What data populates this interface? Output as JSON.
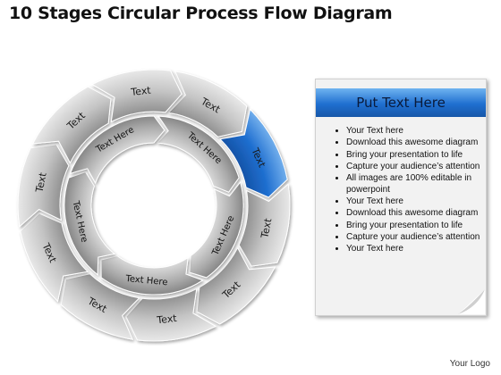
{
  "title": "10 Stages Circular Process Flow Diagram",
  "outer_ring": [
    {
      "label": "Text",
      "highlight": false
    },
    {
      "label": "Text",
      "highlight": true
    },
    {
      "label": "Text",
      "highlight": false
    },
    {
      "label": "Text",
      "highlight": false
    },
    {
      "label": "Text",
      "highlight": false
    },
    {
      "label": "Text",
      "highlight": false
    },
    {
      "label": "Text",
      "highlight": false
    },
    {
      "label": "Text",
      "highlight": false
    },
    {
      "label": "Text",
      "highlight": false
    },
    {
      "label": "Text",
      "highlight": false
    }
  ],
  "inner_ring": [
    {
      "label": "Text Here"
    },
    {
      "label": "Text Here"
    },
    {
      "label": "Text Here"
    },
    {
      "label": "Text Here"
    },
    {
      "label": "Text Here"
    }
  ],
  "panel": {
    "header": "Put Text Here",
    "items": [
      "Your Text here",
      "Download this awesome diagram",
      "Bring your presentation to life",
      "Capture your audience’s attention",
      "All images are 100% editable in powerpoint",
      "Your Text here",
      "Download this awesome diagram",
      "Bring your presentation to life",
      "Capture your audience’s attention",
      "Your Text here"
    ]
  },
  "footer": "Your Logo",
  "colors": {
    "highlight": "#1f6fd0",
    "header_blue": "#2a7ad8"
  }
}
